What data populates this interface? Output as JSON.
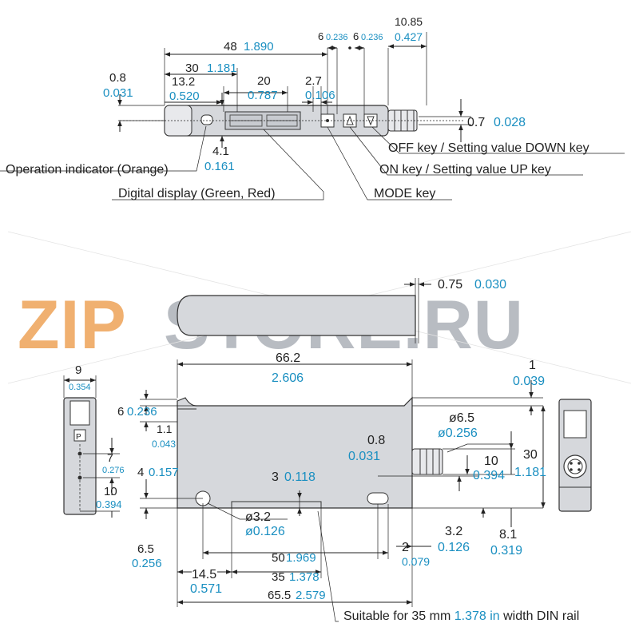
{
  "watermark": {
    "part1": "ZIP",
    "part2": "STORE.RU",
    "color1": "#f0b070",
    "color2": "#b8bcc2"
  },
  "colors": {
    "metric": "#222222",
    "inch": "#1a8fc1"
  },
  "top_view": {
    "dims": {
      "d48": "48",
      "d48in": "1.890",
      "d30": "30",
      "d30in": "1.181",
      "d20": "20",
      "d20in": "0.787",
      "d13_2": "13.2",
      "d13_2in": "0.520",
      "d2_7": "2.7",
      "d2_7in": "0.106",
      "d0_8": "0.8",
      "d0_8in": "0.031",
      "d4_1": "4.1",
      "d4_1in": "0.161",
      "d6a": "6",
      "d6ain": "0.236",
      "d6b": "6",
      "d6bin": "0.236",
      "d10_85": "10.85",
      "d10_85in": "0.427",
      "d0_7": "0.7",
      "d0_7in": "0.028"
    },
    "callouts": {
      "off_key": "OFF key / Setting value DOWN key",
      "on_key": "ON key / Setting value UP key",
      "mode_key": "MODE key",
      "operation_indicator": "Operation indicator (Orange)",
      "digital_display": "Digital display (Green, Red)"
    }
  },
  "side_view": {
    "dims": {
      "d0_75": "0.75",
      "d0_75in": "0.030",
      "d66_2": "66.2",
      "d66_2in": "2.606",
      "d1": "1",
      "d1in": "0.039",
      "d6": "6",
      "d6in": "0.236",
      "d1_1": "1.1",
      "d1_1in": "0.043",
      "d4": "4",
      "d4in": "0.157",
      "d3": "3",
      "d3in": "0.118",
      "dphi3_2": "ø3.2",
      "dphi3_2in": "ø0.126",
      "dphi6_5": "ø6.5",
      "dphi6_5in": "ø0.256",
      "d0_8": "0.8",
      "d0_8in": "0.031",
      "d10": "10",
      "d10in": "0.394",
      "d30": "30",
      "d30in": "1.181",
      "d3_2": "3.2",
      "d3_2in": "0.126",
      "d8_1": "8.1",
      "d8_1in": "0.319",
      "d2": "2",
      "d2in": "0.079",
      "d50": "50",
      "d50in": "1.969",
      "d35": "35",
      "d35in": "1.378",
      "d14_5": "14.5",
      "d14_5in": "0.571",
      "d65_5": "65.5",
      "d65_5in": "2.579",
      "d6_5": "6.5",
      "d6_5in": "0.256"
    },
    "din_note": {
      "pre": "Suitable for 35 mm ",
      "inch": "1.378 in",
      "post": " width DIN rail"
    }
  },
  "end_view": {
    "dims": {
      "d9": "9",
      "d9in": "0.354",
      "d7": "7",
      "d7in": "0.276",
      "d10": "10",
      "d10in": "0.394"
    }
  }
}
